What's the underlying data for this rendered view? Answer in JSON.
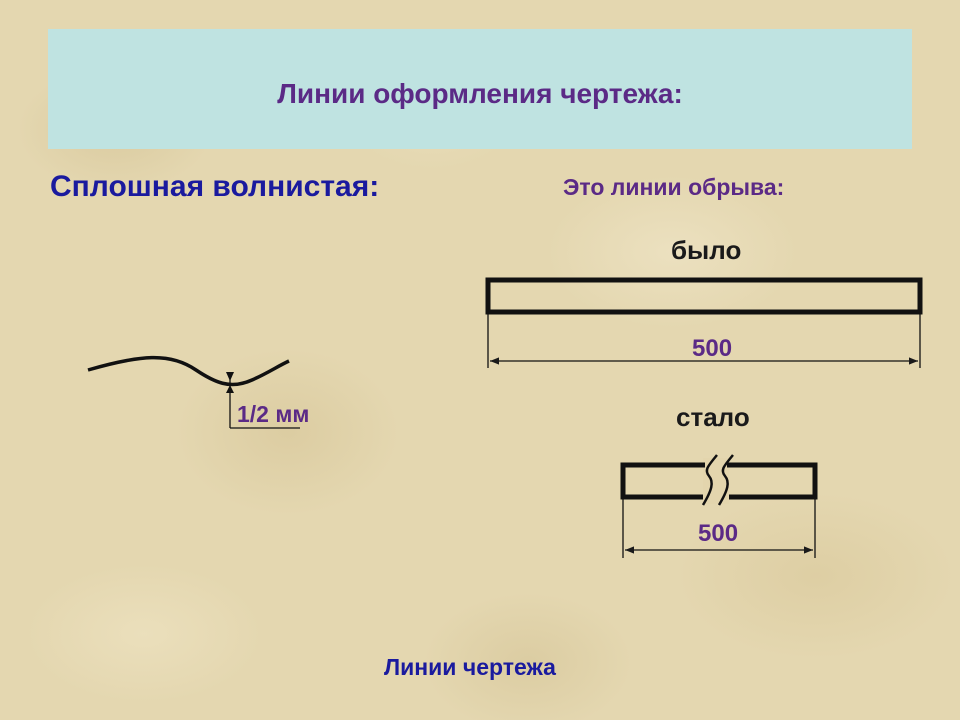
{
  "title": "Линии оформления чертежа:",
  "left_heading": "Сплошная волнистая:",
  "right_heading": "Это линии обрыва:",
  "before_label": "было",
  "after_label": "стало",
  "dimension_before": "500",
  "dimension_after": "500",
  "wave_amplitude_label": "1/2 мм",
  "footer": "Линии чертежа"
}
